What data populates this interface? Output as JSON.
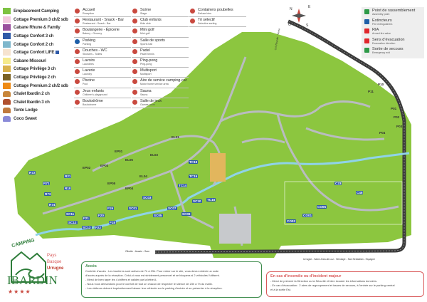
{
  "legend_accommodation": [
    {
      "label": "Emplacement Camping",
      "color": "#7dc242"
    },
    {
      "label": "Cottage Premium 3 ch/2 sdb",
      "color": "#f2c9df"
    },
    {
      "label": "Cabane Rhune & Family",
      "color": "#9a4f9e"
    },
    {
      "label": "Cottage Confort 3 ch",
      "color": "#2f5aa8"
    },
    {
      "label": "Cottage Confort 2 ch",
      "color": "#7fb7cc"
    },
    {
      "label": "Cottage Confort LIFE",
      "color": "#f6e3cf",
      "badge": "wheelchair-icon"
    },
    {
      "label": "Cabane Missouri",
      "color": "#f5ea8c"
    },
    {
      "label": "Cottage Privilège 3 ch",
      "color": "#d9b24c"
    },
    {
      "label": "Cottage Privilège 2 ch",
      "color": "#7b6224"
    },
    {
      "label": "Cottage Premium 2 ch/2 sdb",
      "color": "#ee8a14"
    },
    {
      "label": "Chalet Ibardin 2 ch",
      "icon": "chalet-icon",
      "color": "#c8863a"
    },
    {
      "label": "Chalet Ibardin 3 ch",
      "icon": "chalet-icon",
      "color": "#b0502e"
    },
    {
      "label": "Tente Lodge",
      "icon": "tent-icon",
      "color": "#c07a3e"
    },
    {
      "label": "Coco Sweet",
      "icon": "coco-sweet-icon",
      "color": "#8a8ad8"
    }
  ],
  "legend_services_1": [
    {
      "label": "Accueil",
      "sub": "Reception",
      "icon": "info-icon"
    },
    {
      "label": "Restaurant - Snack - Bar",
      "sub": "Restaurant - Snack - Bar",
      "icon": "restaurant-icon"
    },
    {
      "label": "Boulangerie - Épicerie",
      "sub": "Bakery - Grocery",
      "icon": "bakery-icon"
    },
    {
      "label": "Parking",
      "sub": "Parking",
      "icon": "parking-icon",
      "color": "#1e5fa8"
    },
    {
      "label": "Douches - WC",
      "sub": "Showers - Toilets",
      "icon": "shower-icon"
    },
    {
      "label": "Lavoirs",
      "sub": "Laundries",
      "icon": "laundry-icon"
    },
    {
      "label": "Laverie",
      "sub": "Laundry",
      "icon": "washing-machine-icon"
    },
    {
      "label": "Piscine",
      "sub": "Pool",
      "icon": "pool-icon"
    },
    {
      "label": "Jeux enfants",
      "sub": "Children's playground",
      "icon": "playground-icon"
    },
    {
      "label": "Boulodrôme",
      "sub": "Boulodrome",
      "icon": "boules-icon"
    }
  ],
  "legend_services_2": [
    {
      "label": "Scène",
      "sub": "Stage",
      "icon": "stage-icon"
    },
    {
      "label": "Club enfants",
      "sub": "Kids club",
      "icon": "kids-club-icon"
    },
    {
      "label": "Mini golf",
      "sub": "Mini golf",
      "icon": "mini-golf-icon"
    },
    {
      "label": "Salle de sports",
      "sub": "Sports hall",
      "icon": "sports-hall-icon"
    },
    {
      "label": "Padel",
      "sub": "Padel tennis",
      "icon": "padel-icon"
    },
    {
      "label": "Ping-pong",
      "sub": "Ping-pong",
      "icon": "ping-pong-icon"
    },
    {
      "label": "Multisport",
      "sub": "Multisport",
      "icon": "multisport-icon"
    },
    {
      "label": "Aire de service camping-car",
      "sub": "Motor home service area",
      "icon": "motorhome-icon"
    },
    {
      "label": "Sauna",
      "sub": "Sauna",
      "icon": "sauna-icon"
    },
    {
      "label": "Salle de jeux",
      "sub": "Games room",
      "icon": "games-room-icon"
    }
  ],
  "legend_services_3": [
    {
      "label": "Containers poubelles",
      "sub": "Refuse bins",
      "icon": "trash-bins-icon"
    },
    {
      "label": "Tri sélectif",
      "sub": "Selective sorting",
      "icon": "recycling-icon"
    }
  ],
  "legend_safety": [
    {
      "label": "Point de rassemblement",
      "sub": "Assembly point",
      "icon": "assembly-point-icon",
      "color": "#2e9a48"
    },
    {
      "label": "Extincteurs",
      "sub": "Fire extinguishers",
      "icon": "extinguisher-icon",
      "color": "#1e5fa8"
    },
    {
      "label": "RIA",
      "sub": "Armed fire valve",
      "icon": "fire-valve-icon",
      "color": "#e0262c"
    },
    {
      "label": "Sens d'évacuation",
      "sub": "Evacuation direction",
      "icon": "arrow-right-icon",
      "color": "#e0262c"
    },
    {
      "label": "Sortie de secours",
      "sub": "Emergency exit",
      "icon": "emergency-exit-icon",
      "color": "#2e9a48"
    }
  ],
  "map": {
    "compass": [
      "N",
      "E",
      "S",
      "O"
    ],
    "road_top": "Col d'Ibardin - Venta",
    "road_left": "Olhette - Ascain - Sare",
    "road_right": "Urrugne - Saint-Jean-de-Luz - Hendaye - San Sebastián - Espagne",
    "plots": [
      "R72",
      "R71",
      "R73",
      "R21",
      "R10",
      "R74",
      "EP03",
      "EP02",
      "EP01",
      "EL05",
      "EL04",
      "EL03",
      "EL01",
      "EP05",
      "EP04",
      "SC01",
      "SC03",
      "SC05",
      "SC07",
      "SC09",
      "SC10",
      "SC11",
      "SC12",
      "SC13",
      "F21",
      "F20",
      "F19",
      "F18",
      "F22",
      "TC14",
      "TC15",
      "TC16",
      "TC19",
      "P01",
      "P02",
      "P03",
      "P04",
      "P10",
      "P11",
      "CO01",
      "CO02",
      "CO05",
      "C23",
      "C45"
    ]
  },
  "logo": {
    "camping": "CAMPING",
    "region": [
      "Pays",
      "Basque",
      "Urrugne"
    ],
    "name": "IBARDIN",
    "stars": 4
  },
  "access": {
    "title": "Accès",
    "lines": [
      "Contrôle d'accès : Les barrières sont actives de 7h à 23h. Pour entrer sur le site, vous devez obtenir un code",
      "d'accès auprès de la réception. Celui-ci vous est strictement personnel et se bloquera si 2 véhicules l'utilisent.",
      "- Merci de bien taper les 4 chiffres et valider par la lettre A.",
      "- Nous vous demandons pour le confort de tout un chacun de respecter le silence de 23h à 7h du matin.",
      "- Les visiteurs doivent impérativement laisser leur véhicule sur le parking d'entrée et se présenter à la réception."
    ]
  },
  "fire": {
    "title": "En cas d'incendie ou d'incident majeur",
    "lines": [
      "- Merci de prévenir la Direction ou la Sécurité et bien écouter les informations données.",
      "- En cas d'évacuation : 2 aires de regroupement et issues de secours, à l'entrée sur le parking central",
      "et à la sortie Est."
    ]
  },
  "colors": {
    "grass": "#8cc63f",
    "road": "#3a3a3a",
    "alley": "#b9bcc0",
    "water": "#8fd3e8",
    "access_border": "#3b8a4a",
    "fire_border": "#d9595a"
  }
}
